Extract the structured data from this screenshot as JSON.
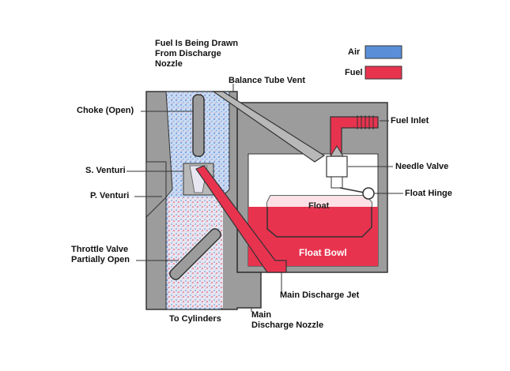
{
  "header_note": "Fuel Is Being Drawn\nFrom Discharge\nNozzle",
  "legend": {
    "air_label": "Air",
    "fuel_label": "Fuel",
    "air_color": "#5a8fd8",
    "fuel_color": "#e8334f"
  },
  "labels": {
    "balance_tube_vent": "Balance Tube Vent",
    "choke": "Choke (Open)",
    "s_venturi": "S. Venturi",
    "p_venturi": "P. Venturi",
    "throttle_valve": "Throttle Valve\nPartially Open",
    "to_cylinders": "To Cylinders",
    "fuel_inlet": "Fuel Inlet",
    "needle_valve": "Needle Valve",
    "float_hinge": "Float Hinge",
    "float": "Float",
    "float_bowl": "Float Bowl",
    "main_discharge_jet": "Main Discharge Jet",
    "main_discharge_nozzle": "Main\nDischarge Nozzle"
  },
  "colors": {
    "body_gray": "#9c9c9c",
    "outline": "#333333"
  }
}
